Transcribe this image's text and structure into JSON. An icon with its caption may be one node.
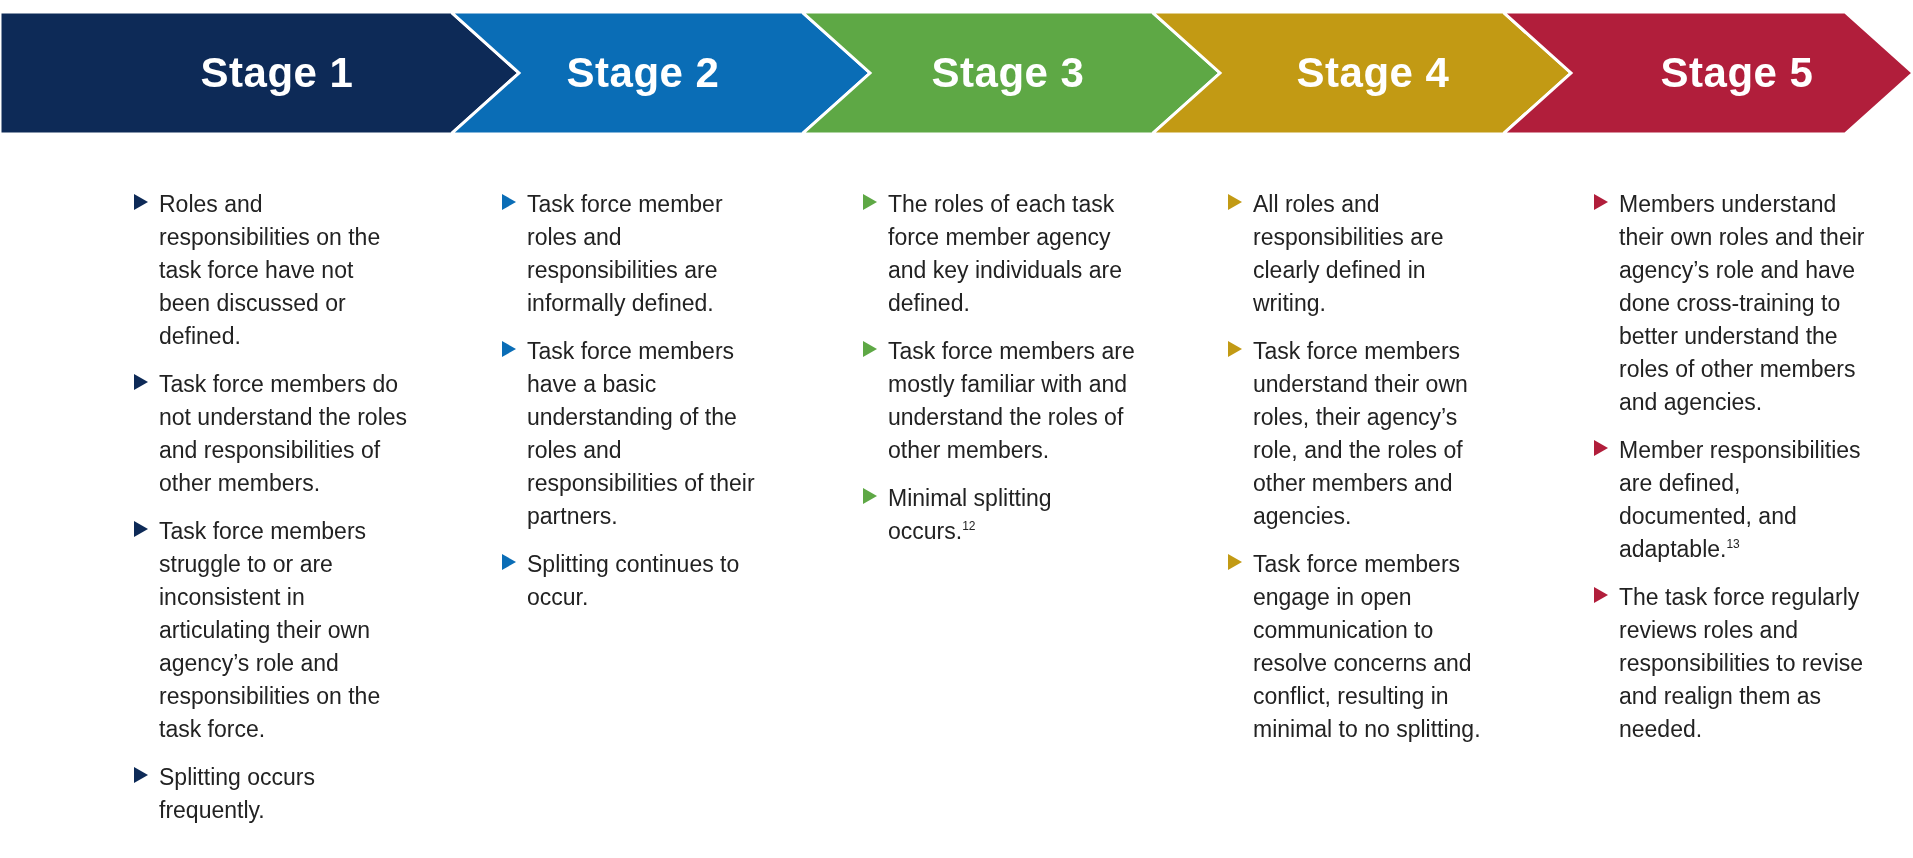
{
  "diagram": {
    "nodes": [
      {
        "text": [
          "Stage 1"
        ],
        "beside": [
          "Roles and responsibilities on the task force have not been discussed or defined.",
          "Task force members do not understand the roles and responsibilities of other members.",
          "Task force members struggle to or are inconsistent in articulating their own agency’s role and responsibilities on the task force.",
          "Splitting occurs frequently."
        ]
      },
      {
        "text": [
          "Stage 2"
        ],
        "beside": [
          "Task force member roles and responsibilities are informally defined.",
          "Task force members have a basic understanding of the roles and responsibilities of their partners.",
          "Splitting continues to occur."
        ]
      },
      {
        "text": [
          "Stage 3"
        ],
        "beside": [
          "The roles of each task force member agency and key individuals are defined.",
          "Task force members are mostly familiar with and understand the roles of other members.",
          "Minimal splitting occurs.$^{12}$"
        ]
      },
      {
        "text": [
          "Stage 4"
        ],
        "beside": [
          "All roles and responsibilities are clearly defined in writing.",
          "Task force members understand their own roles, their agency’s role, and the roles of other members and agencies.",
          "Task force members engage in open communication to resolve concerns and conflict, resulting in minimal to no splitting."
        ]
      },
      {
        "text": [
          "Stage 5"
        ],
        "beside": [
          "Members understand their own roles and their agency’s role and have done cross-training to better understand the roles of other members and agencies.",
          "Member responsibilities are defined, documented, and adaptable.$^{13}$",
          "The task force regularly reviews roles and responsibilities to revise and realign them as needed."
        ]
      }
    ]
  }
}
